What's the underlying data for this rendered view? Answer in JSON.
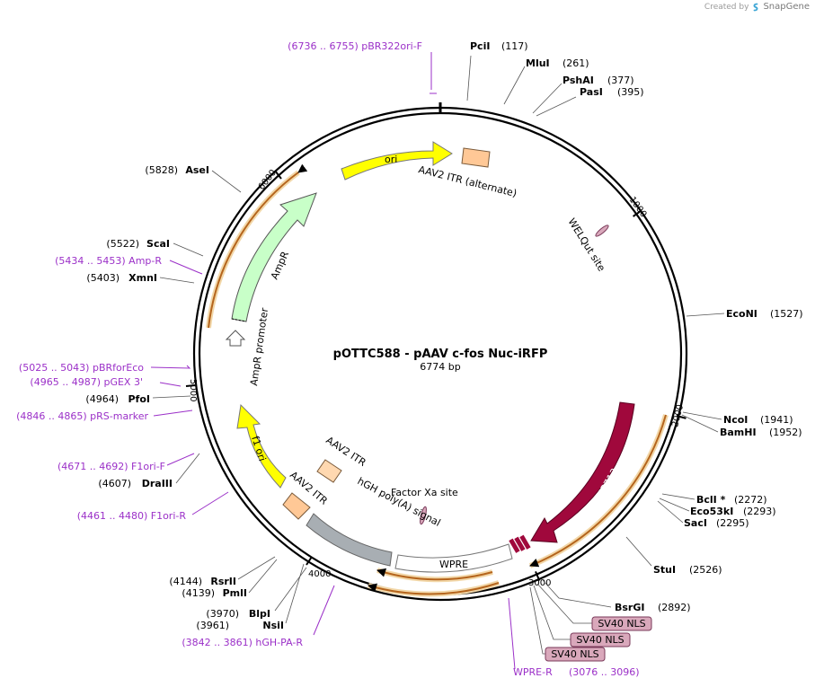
{
  "brand": {
    "created_by": "Created by",
    "name": "SnapGene"
  },
  "map": {
    "title": "pOTTC588 - pAAV c-fos Nuc-iRFP",
    "length_label": "6774 bp",
    "length": 6774,
    "ticks": [
      {
        "pos": 1000,
        "label": "1000"
      },
      {
        "pos": 2000,
        "label": "2000"
      },
      {
        "pos": 3000,
        "label": "3000"
      },
      {
        "pos": 4000,
        "label": "4000"
      },
      {
        "pos": 5000,
        "label": "5000"
      },
      {
        "pos": 6000,
        "label": "6000"
      }
    ],
    "colors": {
      "ori": "#ffff00",
      "itr": "#ffc896",
      "ampr": "#c8ffc8",
      "amp_promoter": "#ffffff",
      "f1ori": "#ffff00",
      "hgh": "#a8aeb3",
      "wpre": "#ffffff",
      "irfp": "#a0083c",
      "nls": "#d9a8bb",
      "primer": "#9b30c8",
      "highlight": "#e8a34a"
    }
  },
  "sites": [
    {
      "id": "pcii",
      "name": "PciI",
      "pos_label": "(117)",
      "pos": 117,
      "side": "right"
    },
    {
      "id": "mlui",
      "name": "MluI",
      "pos_label": "(261)",
      "pos": 261,
      "side": "right"
    },
    {
      "id": "pshai",
      "name": "PshAI",
      "pos_label": "(377)",
      "pos": 377,
      "side": "right"
    },
    {
      "id": "pasi",
      "name": "PasI",
      "pos_label": "(395)",
      "pos": 395,
      "side": "right"
    },
    {
      "id": "econi",
      "name": "EcoNI",
      "pos_label": "(1527)",
      "pos": 1527,
      "side": "right"
    },
    {
      "id": "ncoi",
      "name": "NcoI",
      "pos_label": "(1941)",
      "pos": 1941,
      "side": "right"
    },
    {
      "id": "bamhi",
      "name": "BamHI",
      "pos_label": "(1952)",
      "pos": 1952,
      "side": "right"
    },
    {
      "id": "bcli",
      "name": "BclI *",
      "pos_label": "(2272)",
      "pos": 2272,
      "side": "right"
    },
    {
      "id": "eco53ki",
      "name": "Eco53kI",
      "pos_label": "(2293)",
      "pos": 2293,
      "side": "right"
    },
    {
      "id": "saci",
      "name": "SacI",
      "pos_label": "(2295)",
      "pos": 2295,
      "side": "right"
    },
    {
      "id": "stui",
      "name": "StuI",
      "pos_label": "(2526)",
      "pos": 2526,
      "side": "right"
    },
    {
      "id": "bsrgi",
      "name": "BsrGI",
      "pos_label": "(2892)",
      "pos": 2892,
      "side": "right"
    },
    {
      "id": "nsii",
      "name": "NsiI",
      "pos_label": "(3961)",
      "pos": 3961,
      "side": "left"
    },
    {
      "id": "blpi",
      "name": "BlpI",
      "pos_label": "(3970)",
      "pos": 3970,
      "side": "left"
    },
    {
      "id": "pmli",
      "name": "PmlI",
      "pos_label": "(4139)",
      "pos": 4139,
      "side": "left"
    },
    {
      "id": "rsrii",
      "name": "RsrII",
      "pos_label": "(4144)",
      "pos": 4144,
      "side": "left"
    },
    {
      "id": "draiii",
      "name": "DraIII",
      "pos_label": "(4607)",
      "pos": 4607,
      "side": "left"
    },
    {
      "id": "pfoi",
      "name": "PfoI",
      "pos_label": "(4964)",
      "pos": 4964,
      "side": "left"
    },
    {
      "id": "xmni",
      "name": "XmnI",
      "pos_label": "(5403)",
      "pos": 5403,
      "side": "left"
    },
    {
      "id": "scai",
      "name": "ScaI",
      "pos_label": "(5522)",
      "pos": 5522,
      "side": "left"
    },
    {
      "id": "asei",
      "name": "AseI",
      "pos_label": "(5828)",
      "pos": 5828,
      "side": "left"
    }
  ],
  "primers": [
    {
      "id": "pbr322ori",
      "label": "(6736 .. 6755)  pBR322ori-F",
      "pos": 6745
    },
    {
      "id": "ampr",
      "label": "(5434 .. 5453)  Amp-R",
      "pos": 5443
    },
    {
      "id": "pbrforeco",
      "label": "(5025 .. 5043)  pBRforEco",
      "pos": 5034
    },
    {
      "id": "pgex3",
      "label": "(4965 .. 4987)  pGEX 3'",
      "pos": 4976
    },
    {
      "id": "prsmarker",
      "label": "(4846 .. 4865)  pRS-marker",
      "pos": 4855
    },
    {
      "id": "f1orif",
      "label": "(4671 .. 4692)  F1ori-F",
      "pos": 4681
    },
    {
      "id": "f1orir",
      "label": "(4461 .. 4480)  F1ori-R",
      "pos": 4470
    },
    {
      "id": "hghpar",
      "label": "(3842 .. 3861)  hGH-PA-R",
      "pos": 3851
    },
    {
      "id": "wprer_name",
      "label": "WPRE-R",
      "pos": 3086
    },
    {
      "id": "wprer_pos",
      "label": "(3076 .. 3096)",
      "pos": 3086
    }
  ],
  "nls_boxes": [
    {
      "id": "nls1",
      "label": "SV40 NLS"
    },
    {
      "id": "nls2",
      "label": "SV40 NLS"
    },
    {
      "id": "nls3",
      "label": "SV40 NLS"
    }
  ],
  "features": [
    {
      "id": "ori",
      "label": "ori"
    },
    {
      "id": "aav2itr_alt",
      "label": "AAV2 ITR (alternate)"
    },
    {
      "id": "welqut",
      "label": "WELQut site"
    },
    {
      "id": "irfp713",
      "label": "iRFP713"
    },
    {
      "id": "wpre",
      "label": "WPRE"
    },
    {
      "id": "factorxa",
      "label": "Factor Xa site"
    },
    {
      "id": "hgh",
      "label": "hGH poly(A) signal"
    },
    {
      "id": "aav2itr1",
      "label": "AAV2 ITR"
    },
    {
      "id": "aav2itr2",
      "label": "AAV2 ITR"
    },
    {
      "id": "f1ori",
      "label": "f1 ori"
    },
    {
      "id": "amprpromoter",
      "label": "AmpR promoter"
    },
    {
      "id": "ampr",
      "label": "AmpR"
    }
  ]
}
